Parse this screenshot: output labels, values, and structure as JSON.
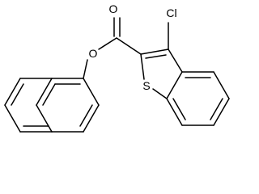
{
  "molecule": {
    "atoms": {
      "carbonyl_oxygen": "O",
      "ester_oxygen": "O",
      "chlorine": "Cl",
      "sulfur": "S"
    }
  }
}
